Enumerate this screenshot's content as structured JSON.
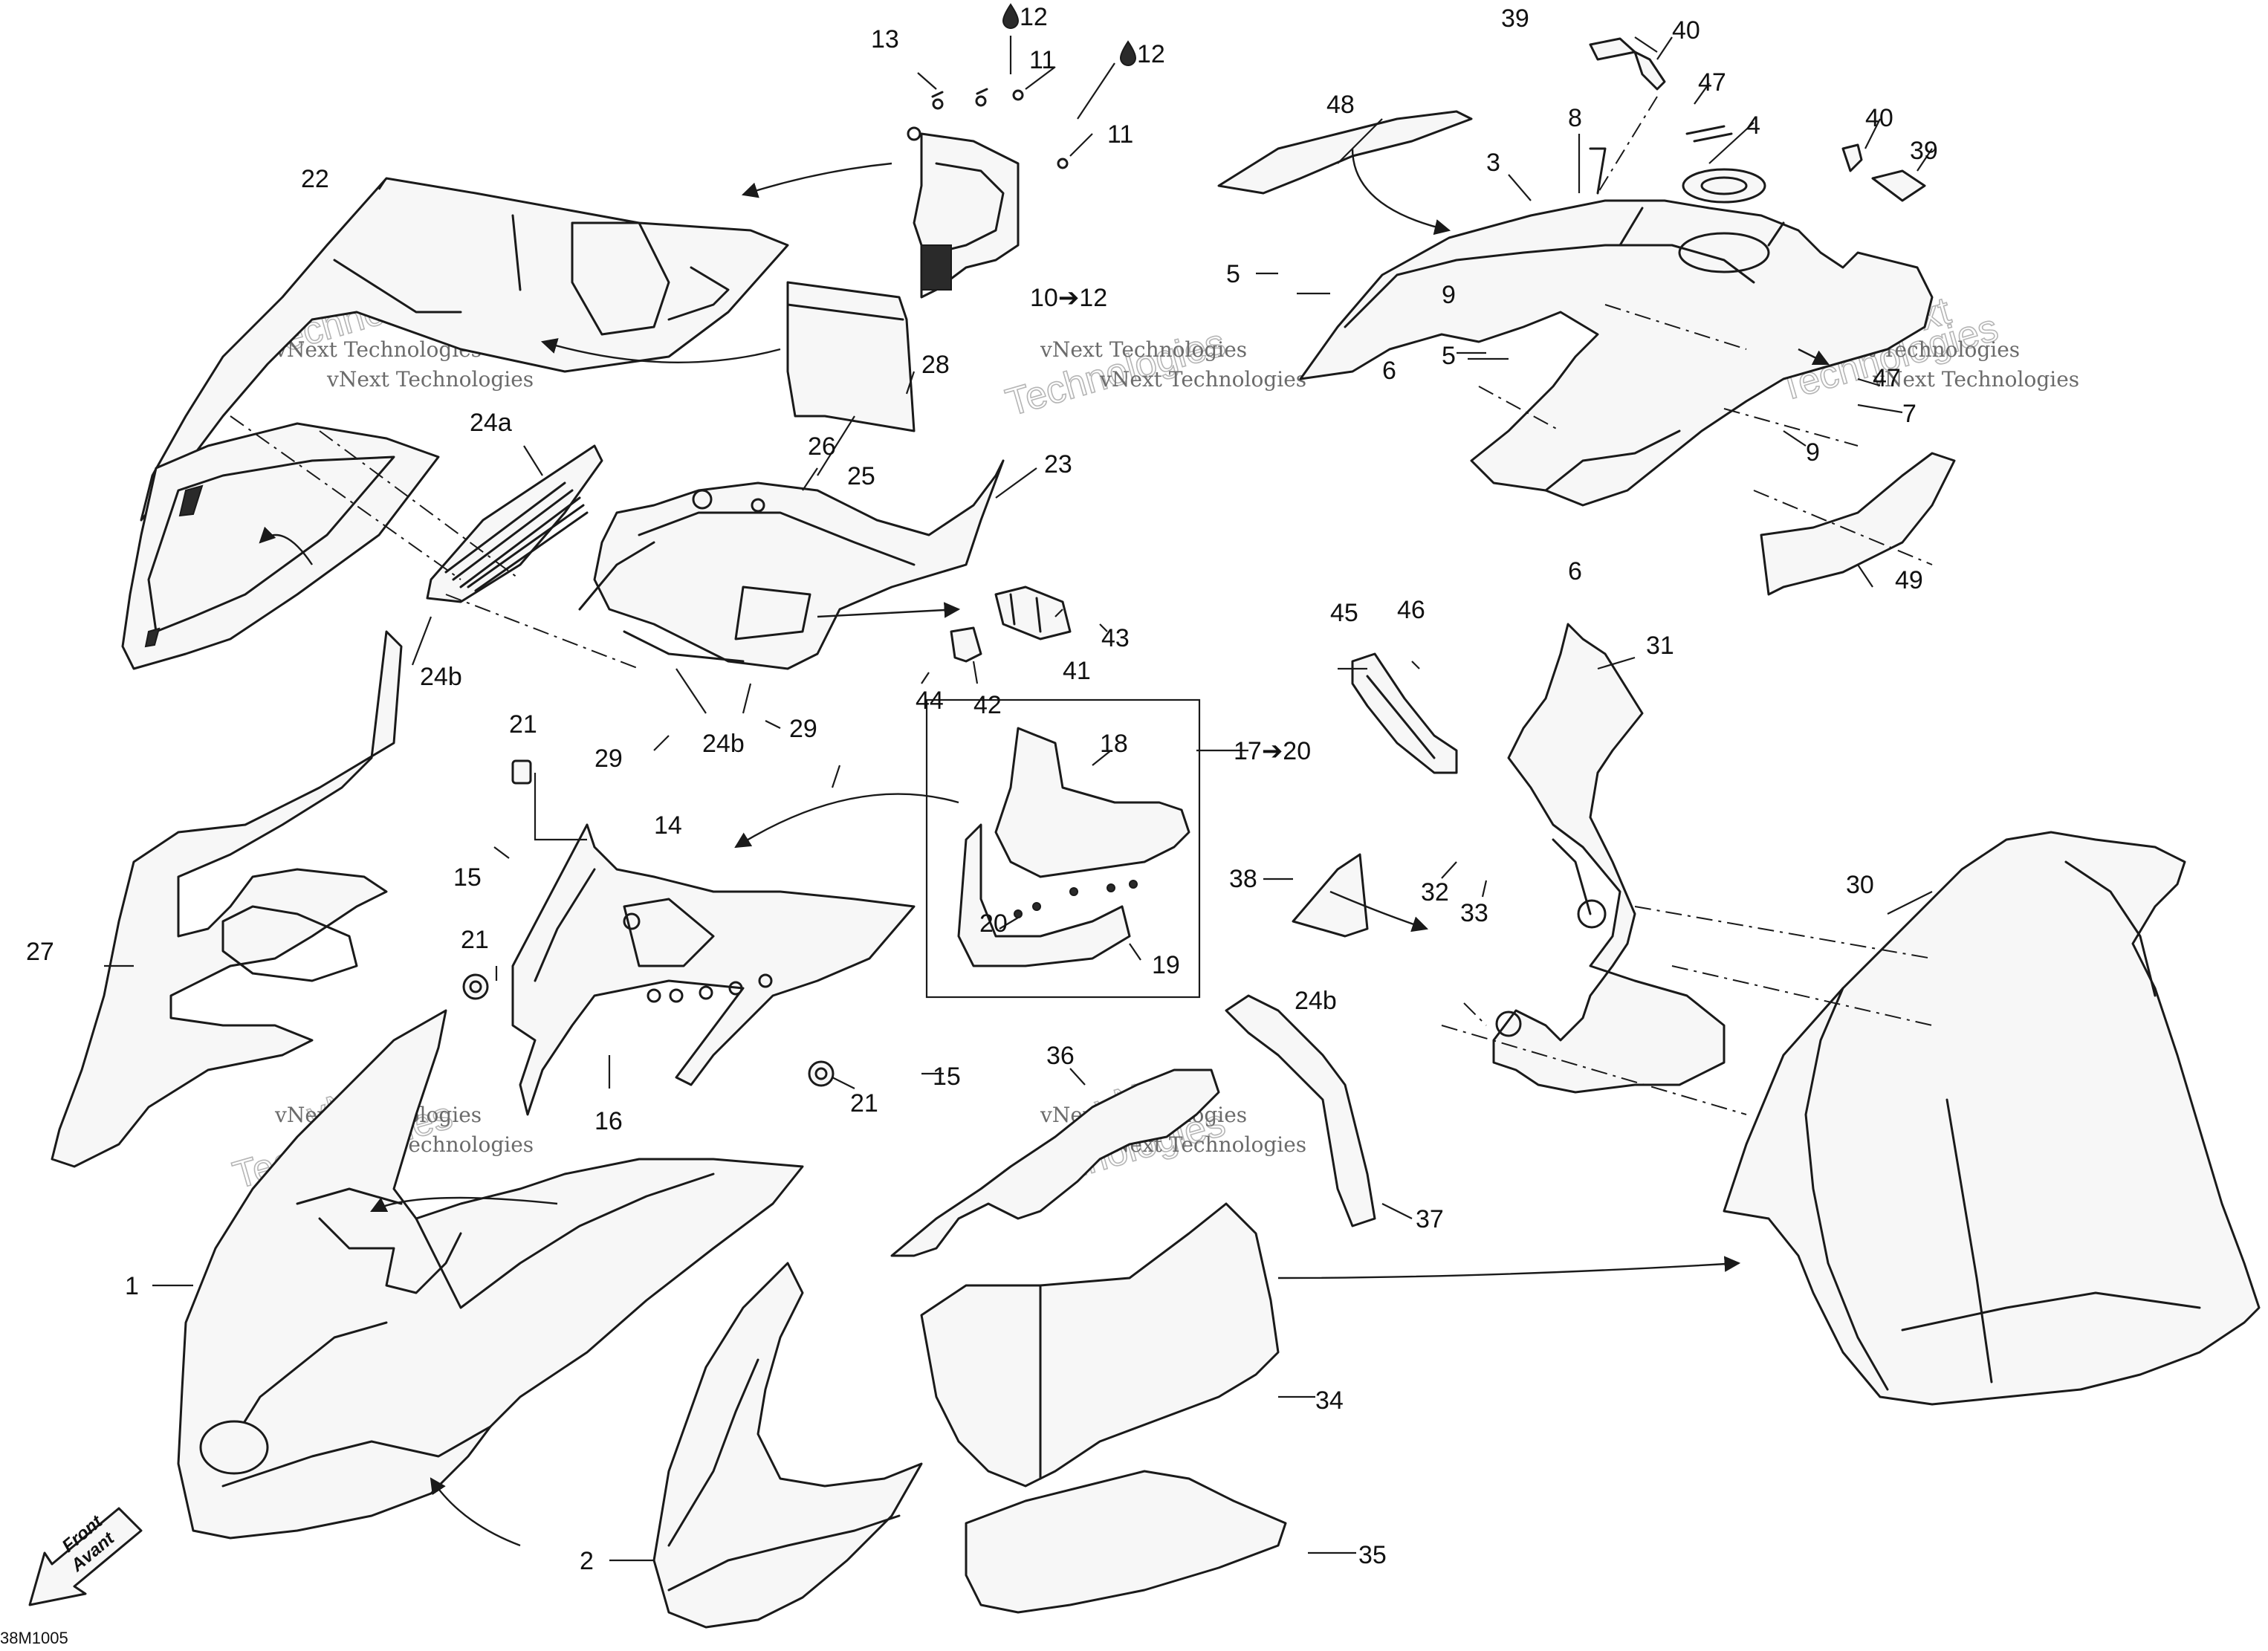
{
  "diagram": {
    "ref_code": "38M1005",
    "front_label": [
      "Front",
      "Avant"
    ],
    "watermark_line1": "vNext Technologies",
    "watermark_line2": "vNext",
    "watermark_line3": "Technologies",
    "callouts": {
      "c1": "1",
      "c2": "2",
      "c3": "3",
      "c4": "4",
      "c5a": "5",
      "c5b": "5",
      "c6a": "6",
      "c6b": "6",
      "c7": "7",
      "c8": "8",
      "c9a": "9",
      "c9b": "9",
      "c10_12": "10➔12",
      "c11a": "11",
      "c11b": "11",
      "c12a": "12",
      "c12b": "12",
      "c13": "13",
      "c14": "14",
      "c15a": "15",
      "c15b": "15",
      "c16": "16",
      "c17_20": "17➔20",
      "c18": "18",
      "c19": "19",
      "c20": "20",
      "c21a": "21",
      "c21b": "21",
      "c21c": "21",
      "c22": "22",
      "c23": "23",
      "c24a": "24a",
      "c24b_1": "24b",
      "c24b_2": "24b",
      "c24b_3": "24b",
      "c25": "25",
      "c26": "26",
      "c27": "27",
      "c28": "28",
      "c29a": "29",
      "c29b": "29",
      "c30": "30",
      "c31": "31",
      "c32": "32",
      "c33": "33",
      "c34": "34",
      "c35": "35",
      "c36": "36",
      "c37": "37",
      "c38": "38",
      "c39a": "39",
      "c39b": "39",
      "c40a": "40",
      "c40b": "40",
      "c41": "41",
      "c42": "42",
      "c43": "43",
      "c44": "44",
      "c45": "45",
      "c46": "46",
      "c47a": "47",
      "c47b": "47",
      "c48": "48",
      "c49": "49"
    }
  }
}
